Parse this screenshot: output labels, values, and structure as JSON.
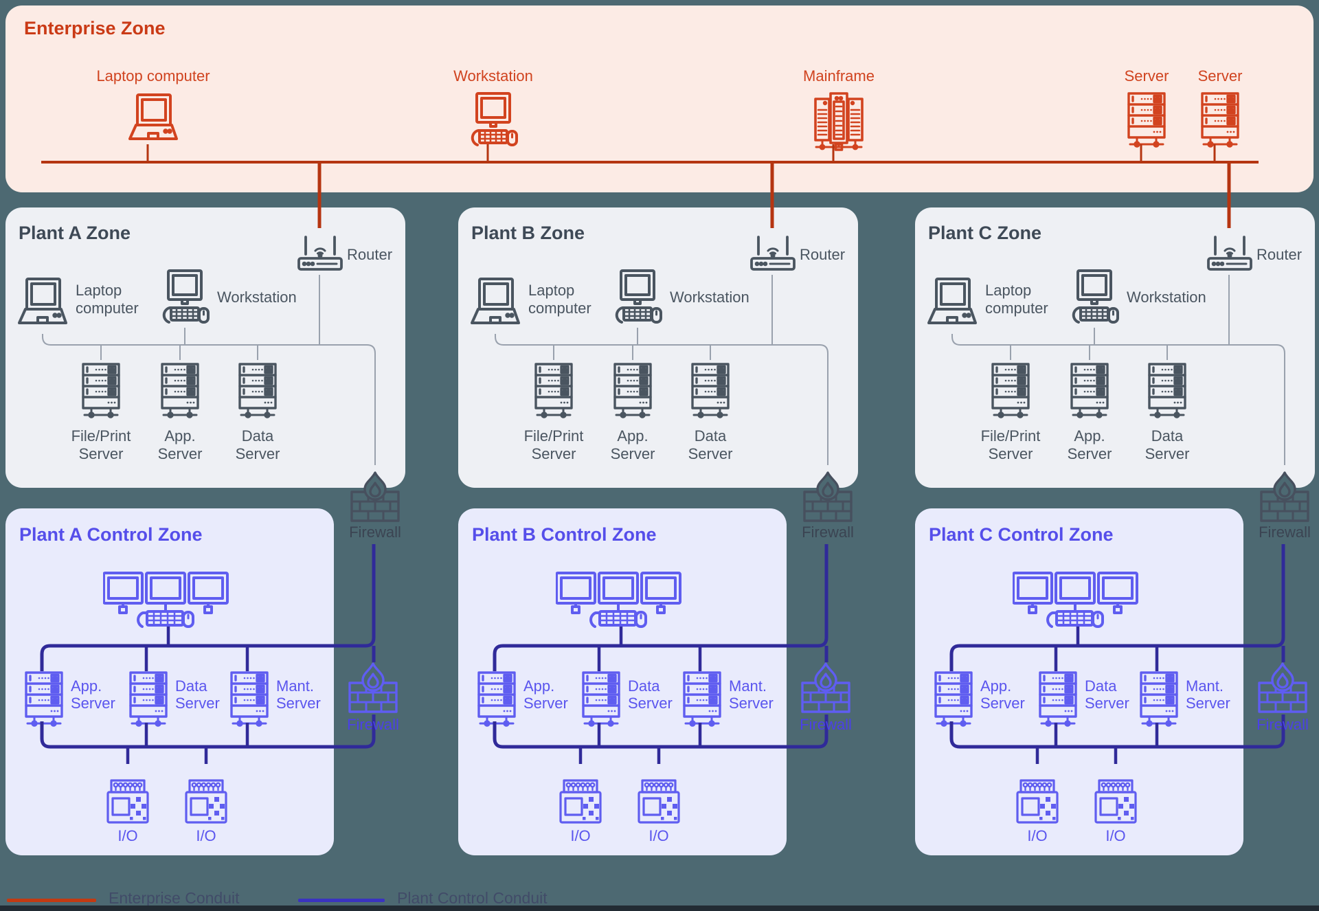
{
  "page": {
    "background": "#4d6972",
    "bottom_strip": "#222b33"
  },
  "enterprise_zone": {
    "title": "Enterprise Zone",
    "bg_color": "#fcebe5",
    "accent_color": "#d2431f",
    "conduit_color": "#b53511",
    "devices": [
      {
        "type": "laptop",
        "label": "Laptop computer"
      },
      {
        "type": "workstation",
        "label": "Workstation"
      },
      {
        "type": "mainframe",
        "label": "Mainframe"
      },
      {
        "type": "server",
        "label": "Server"
      },
      {
        "type": "server",
        "label": "Server"
      }
    ]
  },
  "plant_zones": [
    {
      "title": "Plant A Zone"
    },
    {
      "title": "Plant B Zone"
    },
    {
      "title": "Plant C Zone"
    }
  ],
  "plant_zone_common": {
    "bg_color": "#eef0f4",
    "icon_color": "#4a5560",
    "connector_color": "#99a1ad",
    "router": "Router",
    "laptop_line1": "Laptop",
    "laptop_line2": "computer",
    "workstation": "Workstation",
    "servers": [
      {
        "line1": "File/Print",
        "line2": "Server"
      },
      {
        "line1": "App.",
        "line2": "Server"
      },
      {
        "line1": "Data",
        "line2": "Server"
      }
    ]
  },
  "control_zones": [
    {
      "title": "Plant A Control Zone"
    },
    {
      "title": "Plant B Control Zone"
    },
    {
      "title": "Plant C Control Zone"
    }
  ],
  "control_zone_common": {
    "bg_color": "#e9ebfc",
    "icon_color": "#5f5df0",
    "conduit_color": "#302a99",
    "servers": [
      {
        "line1": "App.",
        "line2": "Server"
      },
      {
        "line1": "Data",
        "line2": "Server"
      },
      {
        "line1": "Mant.",
        "line2": "Server"
      }
    ],
    "io": "I/O"
  },
  "firewall_label": "Firewall",
  "legend": {
    "items": [
      {
        "label": "Enterprise Conduit",
        "color": "#c23a12"
      },
      {
        "label": "Plant Control Conduit",
        "color": "#3a33c0"
      }
    ]
  }
}
